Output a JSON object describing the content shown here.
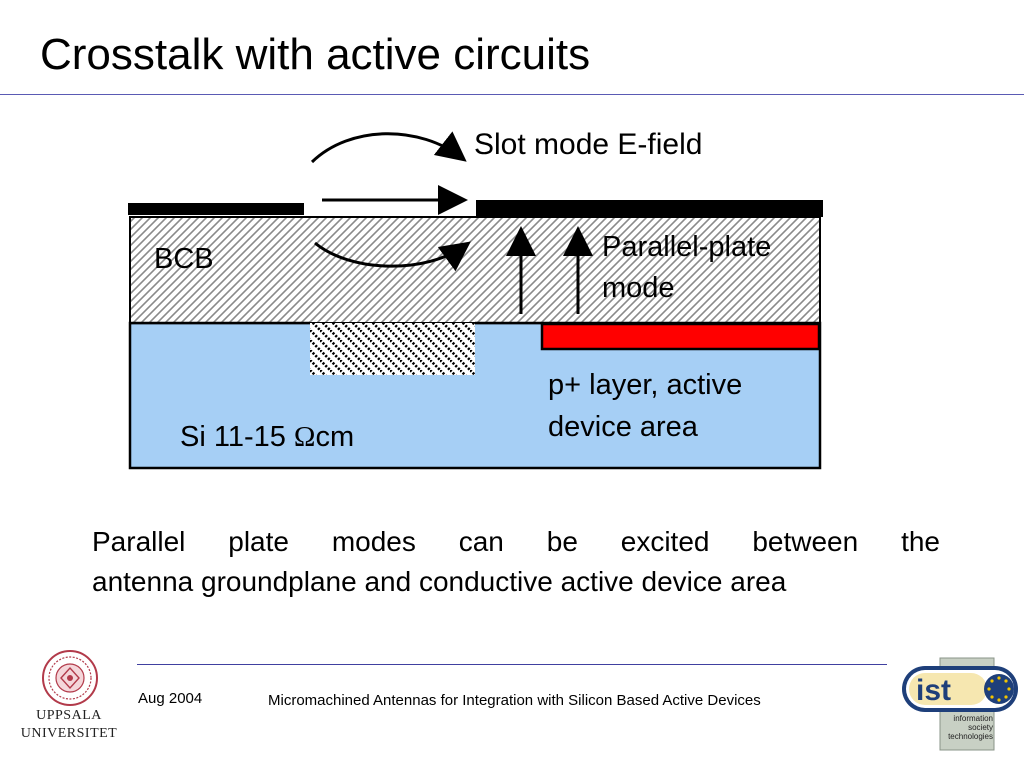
{
  "slide": {
    "title": "Crosstalk with active circuits"
  },
  "diagram": {
    "labels": {
      "slot_mode": "Slot mode E-field",
      "bcb": "BCB",
      "parallel_plate_line1": "Parallel-plate",
      "parallel_plate_line2": "mode",
      "p_layer_line1": "p+ layer, active",
      "p_layer_line2": "device area",
      "si_prefix": "Si 11-15 ",
      "si_ohm": "Ω",
      "si_unit": "cm"
    },
    "colors": {
      "silicon": "#a6cff5",
      "p_layer": "#ff0000",
      "metal": "#000000",
      "hatch": "#8a8a8a"
    }
  },
  "body": {
    "line1": "Parallel plate modes can be excited between the",
    "line2": "antenna groundplane and conductive active device area"
  },
  "footer": {
    "date": "Aug 2004",
    "center": "Micromachined Antennas for Integration with Silicon Based Active Devices",
    "university_line1": "UPPSALA",
    "university_line2": "UNIVERSITET",
    "ist_logo_text": "ist",
    "ist_tagline": [
      "information",
      "society",
      "technologies"
    ]
  }
}
